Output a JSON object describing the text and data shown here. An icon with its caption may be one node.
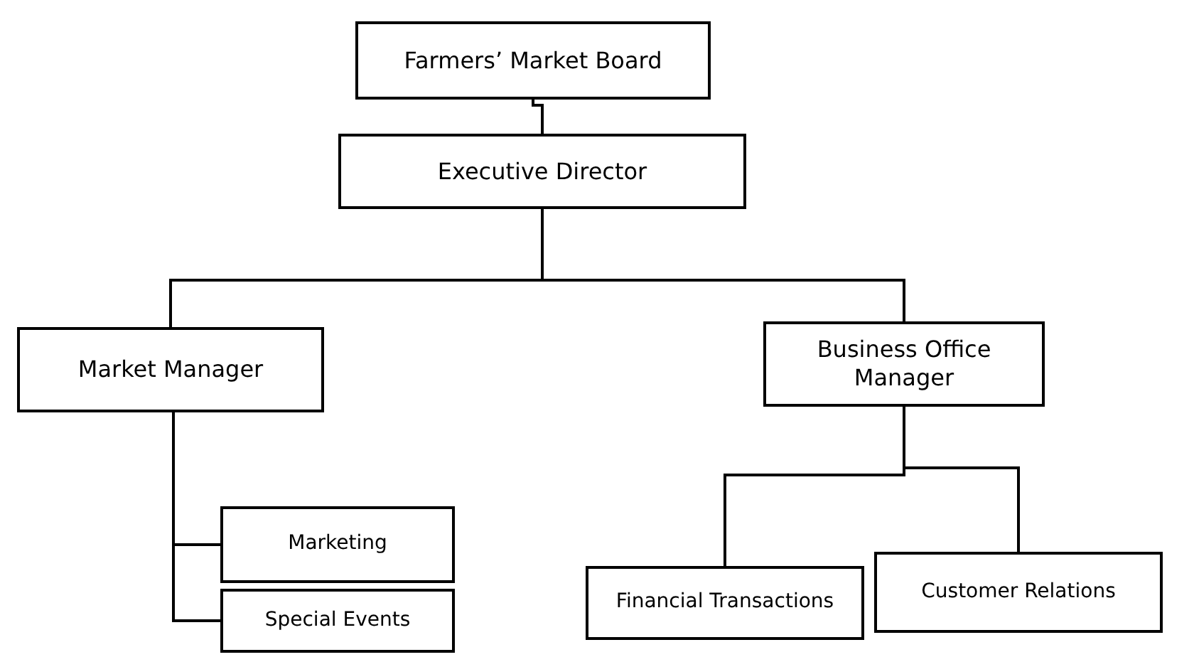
{
  "diagram": {
    "nodes": [
      {
        "text": [
          "Farmers’ Market Board"
        ]
      },
      {
        "text": [
          "Executive Director"
        ]
      },
      {
        "text": [
          "Market Manager"
        ]
      },
      {
        "text": [
          "Business Office Manager"
        ]
      },
      {
        "text": [
          "Marketing"
        ]
      },
      {
        "text": [
          "Special Events"
        ]
      },
      {
        "text": [
          "Financial Transactions"
        ]
      },
      {
        "text": [
          "Customer Relations"
        ]
      }
    ],
    "edges": [
      {
        "from": 0,
        "to": 1,
        "arrow": "none"
      },
      {
        "from": 1,
        "to": 2,
        "arrow": "none"
      },
      {
        "from": 1,
        "to": 3,
        "arrow": "none"
      },
      {
        "from": 2,
        "to": 4,
        "arrow": "none"
      },
      {
        "from": 2,
        "to": 5,
        "arrow": "none"
      },
      {
        "from": 3,
        "to": 6,
        "arrow": "none"
      },
      {
        "from": 3,
        "to": 7,
        "arrow": "none"
      }
    ]
  }
}
